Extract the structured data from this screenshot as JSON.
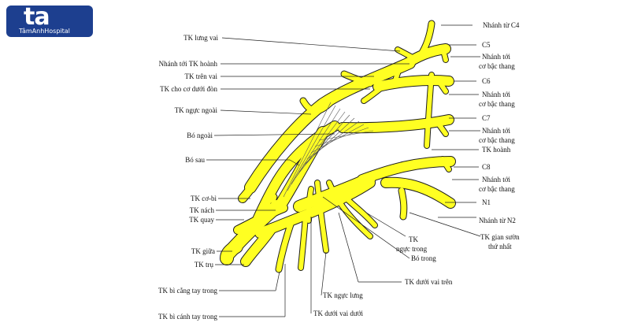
{
  "logo": {
    "mark": "ta",
    "text": "TâmAnhHospital"
  },
  "labels": {
    "nhanh_tu_c4": "Nhánh từ C4",
    "c5": "C5",
    "nhanh_toi_co_bac_thang_1a": "Nhánh tới",
    "nhanh_toi_co_bac_thang_1b": "cơ bậc thang",
    "c6": "C6",
    "nhanh_toi_co_bac_thang_2a": "Nhánh tới",
    "nhanh_toi_co_bac_thang_2b": "cơ bậc thang",
    "c7": "C7",
    "nhanh_toi_co_bac_thang_3a": "Nhánh tới",
    "nhanh_toi_co_bac_thang_3b": "cơ bậc thang",
    "tk_hoanh_r": "TK hoành",
    "c8": "C8",
    "nhanh_toi_co_bac_thang_4a": "Nhánh tới",
    "nhanh_toi_co_bac_thang_4b": "cơ bậc thang",
    "n1": "N1",
    "nhanh_tu_n2": "Nhánh từ N2",
    "tk_gian_suon_a": "TK gian sườn",
    "tk_gian_suon_b": "thứ nhất",
    "tk_lung_vai": "TK lưng vai",
    "nhanh_toi_tk_hoanh": "Nhánh tới TK hoành",
    "tk_tren_vai": "TK trên vai",
    "tk_cho_co_duoi_don": "TK cho cơ dưới đòn",
    "tk_nguc_ngoai": "TK ngực ngoài",
    "bo_ngoai": "Bó ngoài",
    "bo_sau": "Bó sau",
    "tk_co_bi": "TK cơ-bì",
    "tk_nach": "TK nách",
    "tk_quay": "TK quay",
    "tk_giua": "TK giữa",
    "tk_tru": "TK trụ",
    "tk_bi_cang_tay_trong": "TK bì cẳng tay trong",
    "tk_bi_canh_tay_trong": "TK bì cánh tay trong",
    "tk_nguc_trong_a": "TK",
    "tk_nguc_trong_b": "ngực trong",
    "bo_trong": "Bó trong",
    "tk_duoi_vai_tren": "TK dưới vai trên",
    "tk_nguc_lung": "TK ngực lưng",
    "tk_duoi_vai_duoi": "TK dưới vai dưới"
  },
  "colors": {
    "nerve_fill": "#ffff22",
    "nerve_outline": "#1e1e1e",
    "logo_bg": "#1d3f8f"
  }
}
